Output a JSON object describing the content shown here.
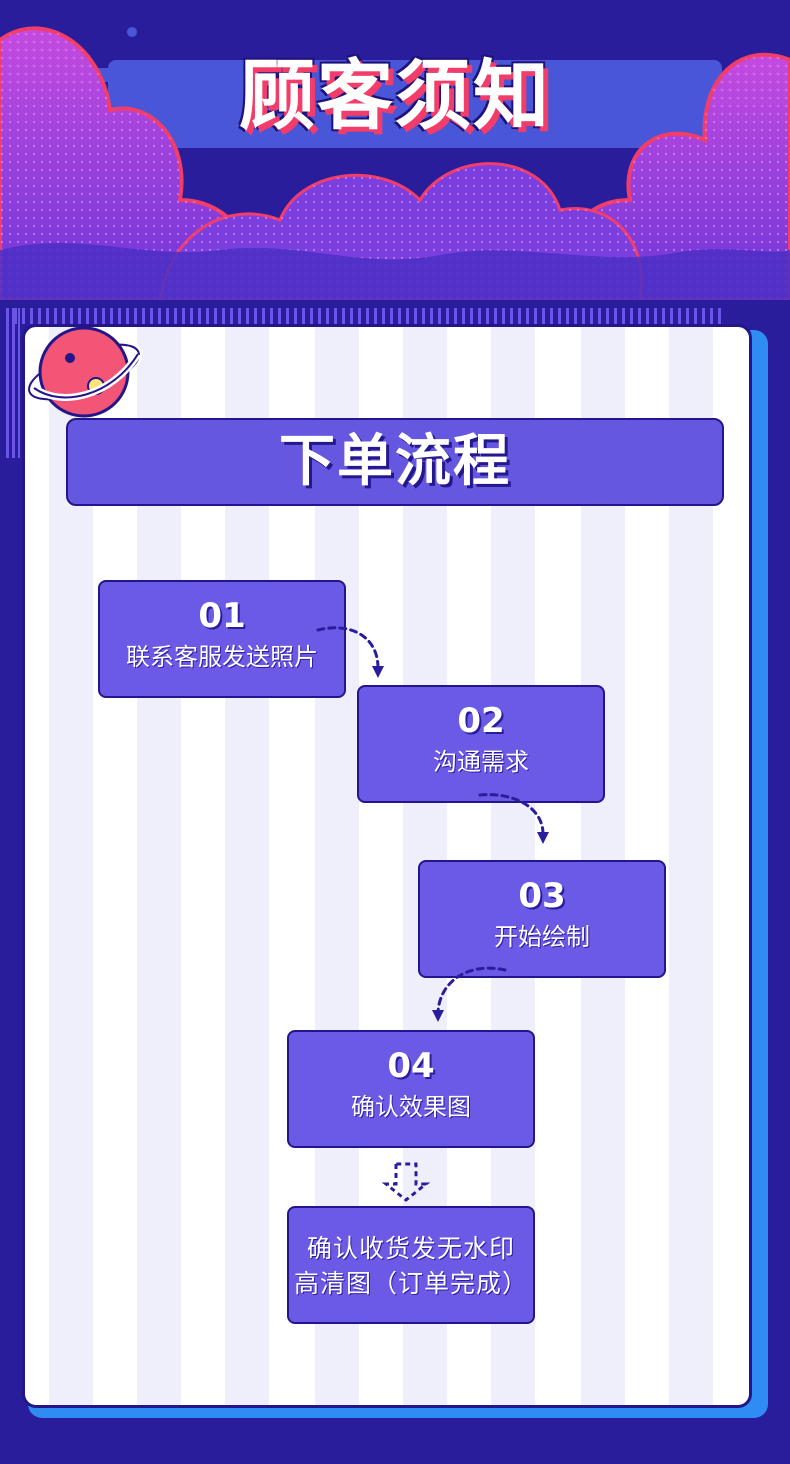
{
  "header": {
    "title": "顾客须知"
  },
  "section": {
    "title": "下单流程"
  },
  "steps": [
    {
      "num": "01",
      "label": "联系客服发送照片"
    },
    {
      "num": "02",
      "label": "沟通需求"
    },
    {
      "num": "03",
      "label": "开始绘制"
    },
    {
      "num": "04",
      "label": "确认效果图"
    }
  ],
  "final_step": {
    "line1": "确认收货发无水印",
    "line2": "高清图（订单完成）"
  },
  "colors": {
    "background": "#2a1d9c",
    "accent_pink": "#f23d6a",
    "step_fill": "#6a5ae6",
    "card_edge": "#2f8cf2"
  },
  "icons": [
    "planet-icon",
    "dashed-arrow-icon",
    "down-arrow-icon"
  ]
}
